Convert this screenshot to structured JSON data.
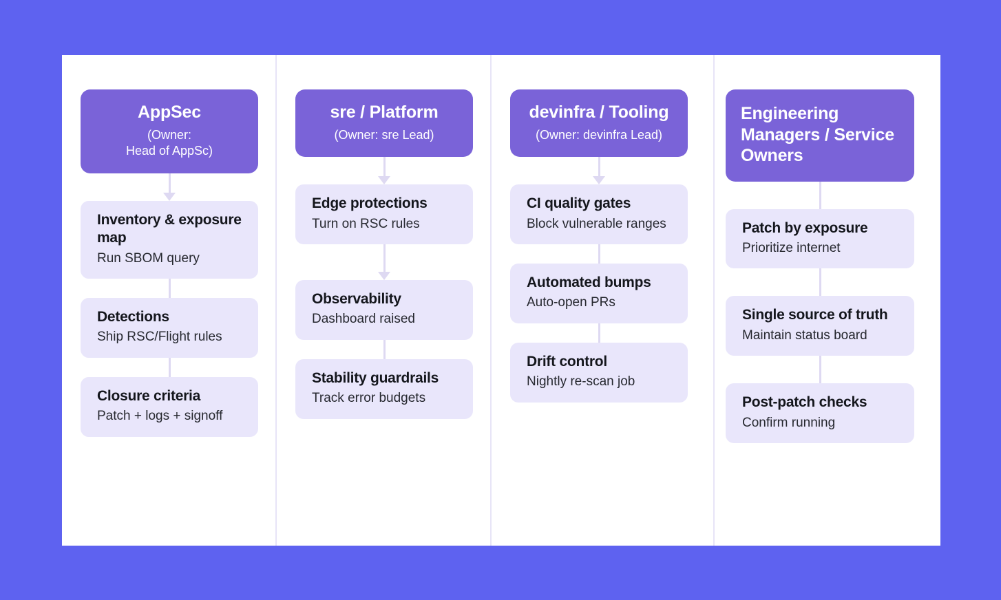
{
  "theme": {
    "background": "#5e62f0",
    "panel": "#ffffff",
    "header_card": "#7a63d8",
    "header_text": "#ffffff",
    "card": "#e9e6fb",
    "card_title_text": "#14161c",
    "card_sub_text": "#26282f",
    "connector": "#ded9f2",
    "divider": "#e7e4f7"
  },
  "diagram_data": {
    "type": "swimlane-flow",
    "lane_count": 4,
    "columns": [
      {
        "header": {
          "title": "AppSec",
          "subtitle": "(Owner:\nHead of AppSc)",
          "align": "center"
        },
        "connector_to_first": "arrow",
        "cards": [
          {
            "title": "Inventory & exposure map",
            "subtitle": "Run SBOM query",
            "connector_before": "arrow"
          },
          {
            "title": "Detections",
            "subtitle": "Ship RSC/Flight rules",
            "connector_before": "line"
          },
          {
            "title": "Closure criteria",
            "subtitle": "Patch + logs + signoff",
            "connector_before": "line"
          }
        ]
      },
      {
        "header": {
          "title": "sre / Platform",
          "subtitle": "(Owner: sre Lead)",
          "align": "center"
        },
        "connector_to_first": "arrow",
        "cards": [
          {
            "title": "Edge protections",
            "subtitle": "Turn on RSC rules",
            "connector_before": "arrow"
          },
          {
            "title": "Observability",
            "subtitle": "Dashboard raised",
            "connector_before": "arrow"
          },
          {
            "title": "Stability guardrails",
            "subtitle": "Track error budgets",
            "connector_before": "line"
          }
        ]
      },
      {
        "header": {
          "title": "devinfra / Tooling",
          "subtitle": "(Owner: devinfra Lead)",
          "align": "center"
        },
        "connector_to_first": "arrow",
        "cards": [
          {
            "title": "CI quality gates",
            "subtitle": "Block vulnerable ranges",
            "connector_before": "arrow"
          },
          {
            "title": "Automated bumps",
            "subtitle": "Auto-open PRs",
            "connector_before": "line"
          },
          {
            "title": "Drift control",
            "subtitle": "Nightly re-scan job",
            "connector_before": "line"
          }
        ]
      },
      {
        "header": {
          "title": "Engineering Managers / Service Owners",
          "subtitle": "",
          "align": "left"
        },
        "connector_to_first": "line",
        "cards": [
          {
            "title": "Patch by exposure",
            "subtitle": "Prioritize internet",
            "connector_before": "line"
          },
          {
            "title": "Single source of truth",
            "subtitle": "Maintain status board",
            "connector_before": "line"
          },
          {
            "title": "Post-patch checks",
            "subtitle": "Confirm running",
            "connector_before": "line"
          }
        ]
      }
    ]
  }
}
